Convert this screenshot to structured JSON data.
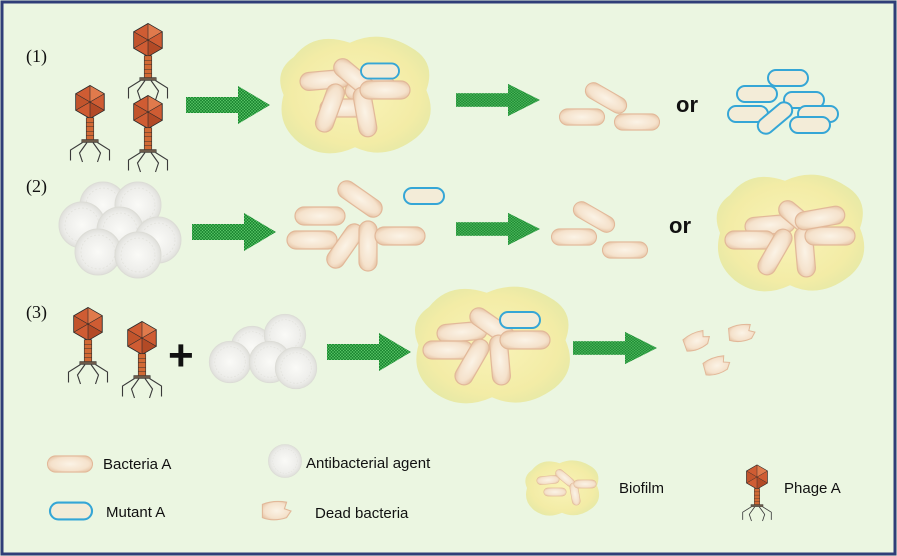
{
  "rows": [
    {
      "label": "(1)",
      "or_text": "or"
    },
    {
      "label": "(2)",
      "or_text": "or"
    },
    {
      "label": "(3)",
      "plus_text": "+"
    }
  ],
  "legend": {
    "bacteria": "Bacteria A",
    "mutant": "Mutant A",
    "agent": "Antibacterial agent",
    "dead": "Dead bacteria",
    "biofilm": "Biofilm",
    "phage": "Phage A"
  },
  "icons": {
    "phage": "phage-icon",
    "arrow": "green-arrow-icon",
    "agent": "antibacterial-agent-icon"
  },
  "colors": {
    "background": "#ebf6e1",
    "border": "#2f3e78",
    "bacteria_fill": "#f6e4cf",
    "bacteria_stroke": "#e3b999",
    "mutant_stroke": "#3da9d6",
    "biofilm_fill": "#f4eeae",
    "arrow": "#2a9a3d",
    "phage_head": "#cd5b30",
    "phage_tail": "#d46833"
  }
}
